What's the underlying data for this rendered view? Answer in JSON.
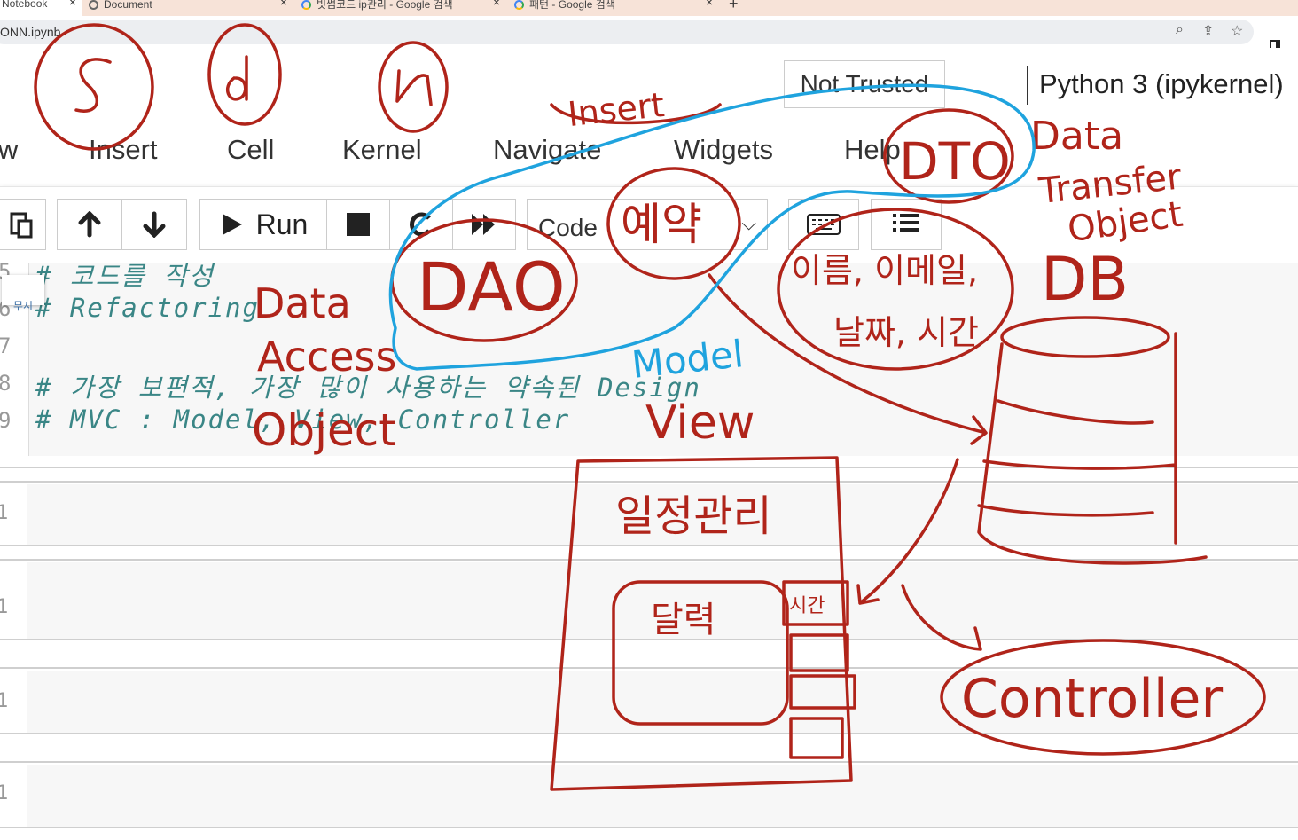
{
  "browser": {
    "tabs": [
      {
        "label": "Notebook",
        "active": true
      },
      {
        "label": "Document",
        "active": false
      },
      {
        "label": "빗썸코드 ip관리 - Google 검색",
        "active": false
      },
      {
        "label": "패턴 - Google 검색",
        "active": false
      }
    ],
    "url": "ONN.ipynb"
  },
  "jupyter": {
    "menu": [
      "w",
      "Insert",
      "Cell",
      "Kernel",
      "Navigate",
      "Widgets",
      "Help"
    ],
    "trusted": "Not Trusted",
    "kernel": "Python 3 (ipykernel)",
    "run_label": "Run",
    "cell_type": "Code",
    "ignore_label": "무시"
  },
  "code_lines": [
    {
      "num": "5",
      "text": "# 코드를 작성"
    },
    {
      "num": "6",
      "text": "# Refactoring"
    },
    {
      "num": "7",
      "text": ""
    },
    {
      "num": "8",
      "text": "# 가장 보편적, 가장 많이 사용하는 약속된 Design"
    },
    {
      "num": "9",
      "text": "# MVC : Model, View, Controller"
    }
  ],
  "annotations": {
    "insert": "Insert",
    "dto": "DTO",
    "dto_full": [
      "Data",
      "Transfer",
      "Object"
    ],
    "dao": "DAO",
    "dao_full": [
      "Data",
      "Access",
      "Object"
    ],
    "reservation": "예약",
    "db": "DB",
    "fields": [
      "이름, 이메일,",
      "날짜, 시간"
    ],
    "model": "Model",
    "view": "View",
    "schedule": "일정관리",
    "calendar": "달력",
    "time": "시간",
    "controller": "Controller",
    "ink_red": "#b0241a",
    "ink_blue": "#1fa3de"
  }
}
